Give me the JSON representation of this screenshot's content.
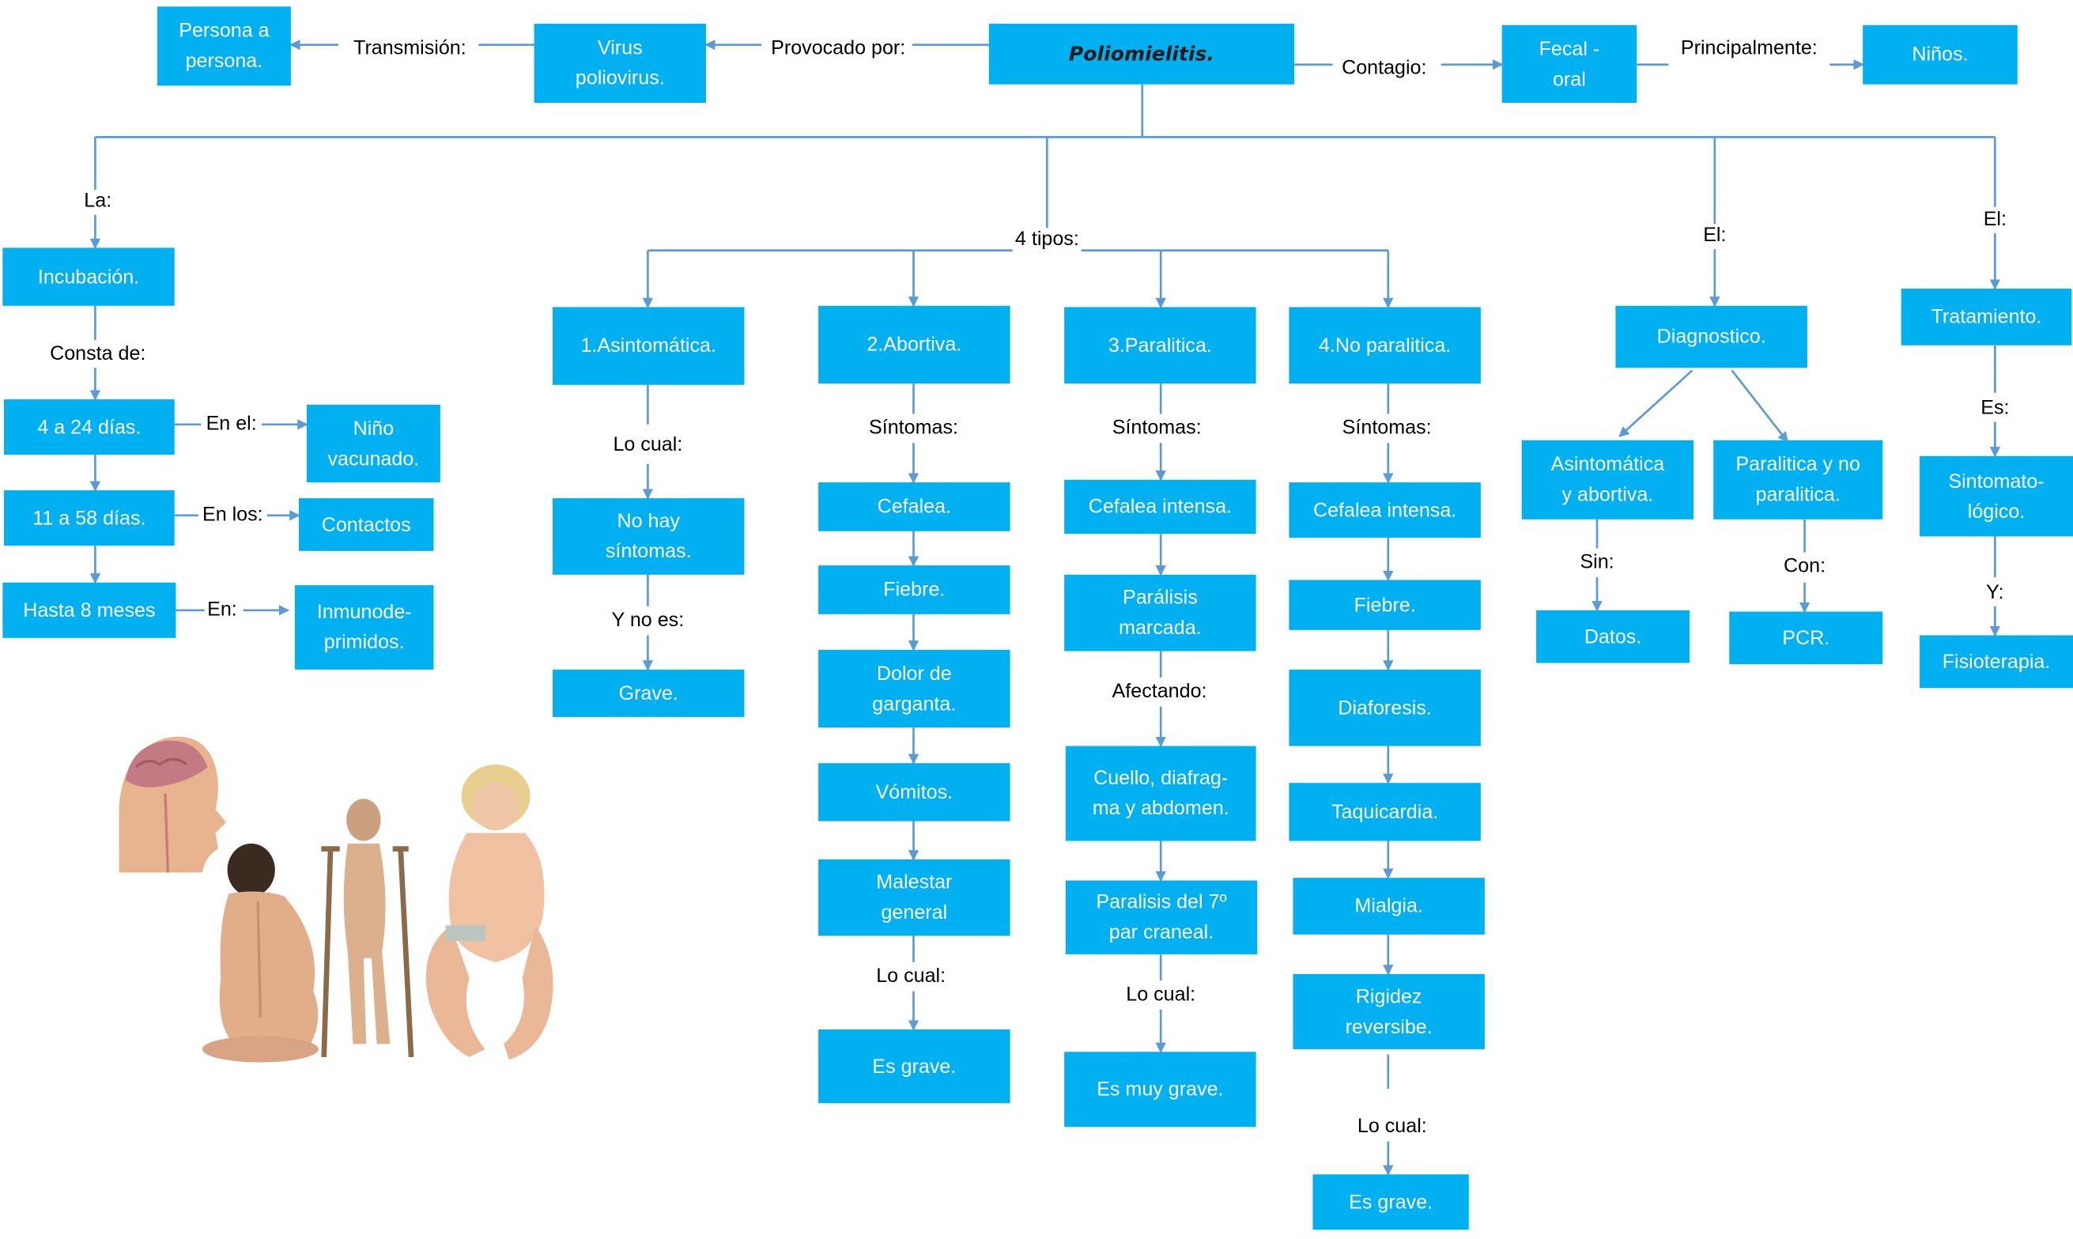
{
  "colors": {
    "node_fill": "#00b0f0",
    "node_text": "#ffffff",
    "connector": "#5b9bd5"
  },
  "nodes": {
    "title": "Poliomielitis.",
    "persona": "Persona a\npersona.",
    "virus": "Virus\npoliovirus.",
    "fecal": "Fecal -\noral",
    "ninos": "Niños.",
    "incubacion": "Incubación.",
    "d4a24": "4 a 24 días.",
    "nino_vacunado": "Niño\nvacunado.",
    "d11a58": "11 a 58 días.",
    "contactos": "Contactos",
    "hasta8": "Hasta 8 meses",
    "inmuno": "Inmunode-\nprimidos.",
    "asinto": "1.Asintomática.",
    "nohay": "No hay\nsíntomas.",
    "grave1": "Grave.",
    "abortiva": "2.Abortiva.",
    "ab_cefalea": "Cefalea.",
    "ab_fiebre": "Fiebre.",
    "ab_dolor": "Dolor de\ngarganta.",
    "ab_vomitos": "Vómitos.",
    "ab_malestar": "Malestar\ngeneral",
    "ab_grave": "Es grave.",
    "paralitica": "3.Paralitica.",
    "pa_cefalea": "Cefalea intensa.",
    "pa_paralisis": "Parálisis\nmarcada.",
    "pa_cuello": "Cuello, diafrag-\nma y abdomen.",
    "pa_par": "Paralisis del 7º\npar craneal.",
    "pa_grave": "Es muy grave.",
    "noparalitica": "4.No paralitica.",
    "np_cefalea": "Cefalea intensa.",
    "np_fiebre": "Fiebre.",
    "np_diaforesis": "Diaforesis.",
    "np_taqui": "Taquicardia.",
    "np_mialgia": "Mialgia.",
    "np_rigidez": "Rigidez\nreversibe.",
    "np_grave": "Es grave.",
    "diagnostico": "Diagnostico.",
    "dx_asinto": "Asintomática\ny abortiva.",
    "dx_paral": "Paralitica y no\nparalitica.",
    "datos": "Datos.",
    "pcr": "PCR.",
    "tratamiento": "Tratamiento.",
    "sintomato": "Sintomato-\nlógico.",
    "fisio": "Fisioterapia."
  },
  "labels": {
    "transmision": "Transmisión:",
    "provocado": "Provocado por:",
    "contagio": "Contagio:",
    "principalmente": "Principalmente:",
    "la": "La:",
    "consta": "Consta de:",
    "en_el": "En el:",
    "en_los": "En los:",
    "en": "En:",
    "tipos": "4 tipos:",
    "el_dx": "El:",
    "el_tx": "El:",
    "lo_cual_1": "Lo cual:",
    "y_no_es": "Y no es:",
    "sintomas_2": "Síntomas:",
    "lo_cual_2": "Lo cual:",
    "sintomas_3": "Síntomas:",
    "afectando": "Afectando:",
    "lo_cual_3": "Lo cual:",
    "sintomas_4": "Síntomas:",
    "lo_cual_4": "Lo cual:",
    "sin": "Sin:",
    "con": "Con:",
    "es": "Es:",
    "y": "Y:"
  }
}
